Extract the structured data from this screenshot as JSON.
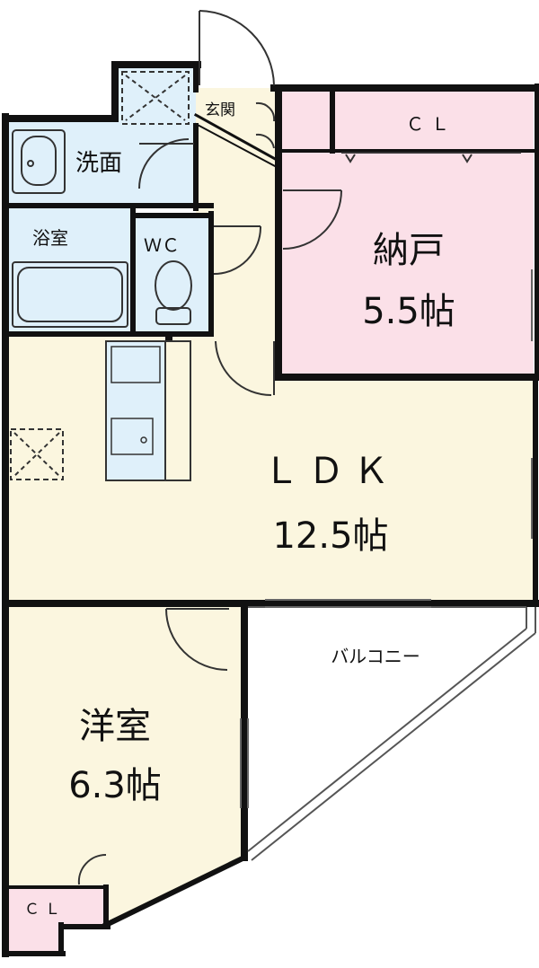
{
  "rooms": {
    "genkan": "玄関",
    "cl_top": "ＣＬ",
    "senmen": "洗面",
    "yokushitsu": "浴室",
    "wc": "ＷＣ",
    "nando": {
      "name": "納戸",
      "size": "5.5帖"
    },
    "ldk": {
      "name": "ＬＤＫ",
      "size": "12.5帖"
    },
    "balcony": "バルコニー",
    "youshitsu": {
      "name": "洋室",
      "size": "6.3帖"
    },
    "cl_bottom": "ＣＬ"
  },
  "colors": {
    "wall": "#111111",
    "wet": "#dff0fa",
    "pink": "#fbe0e8",
    "cream": "#fbf6df",
    "white": "#ffffff"
  }
}
